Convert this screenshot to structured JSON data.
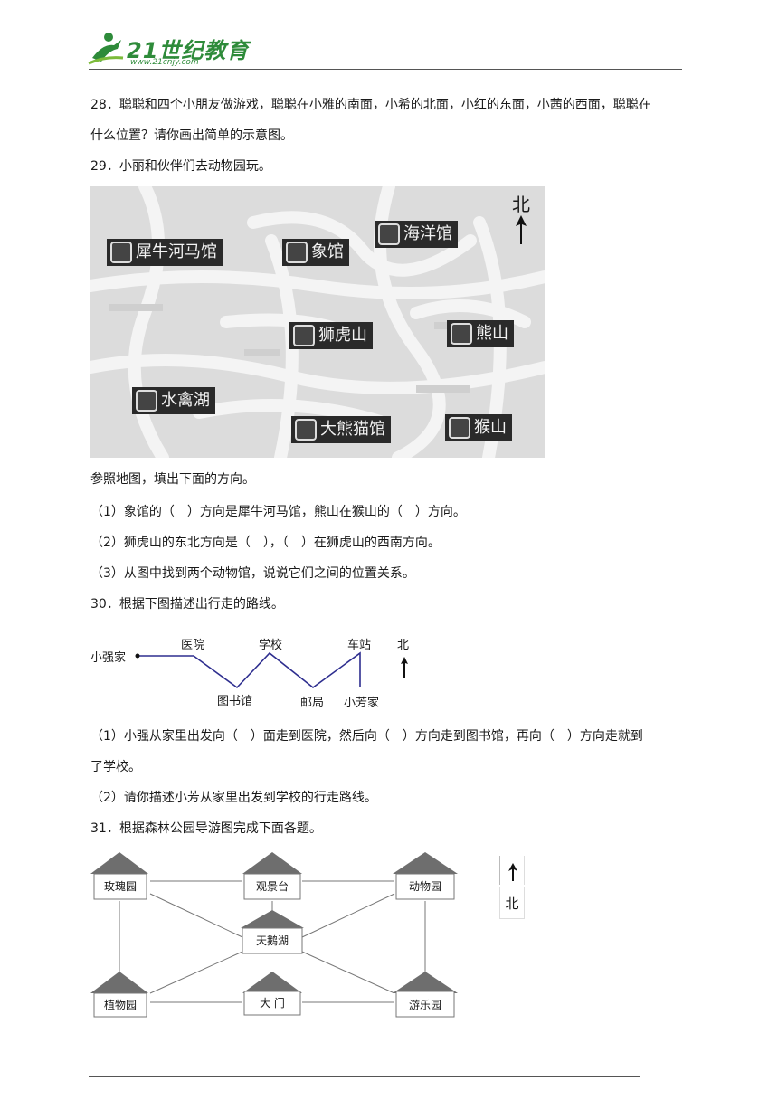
{
  "header": {
    "logo_main": "21世纪教育",
    "logo_sub": "www.21cnjy.com"
  },
  "q28": {
    "line1": "28．聪聪和四个小朋友做游戏，聪聪在小雅的南面，小希的北面，小红的东面，小茜的西面，聪聪在",
    "line2": "什么位置？请你画出简单的示意图。"
  },
  "q29": {
    "title": "29．小丽和伙伴们去动物园玩。",
    "map": {
      "north": "北",
      "labels": [
        "犀牛河马馆",
        "象馆",
        "海洋馆",
        "狮虎山",
        "熊山",
        "水禽湖",
        "大熊猫馆",
        "猴山"
      ]
    },
    "instruction": "参照地图，填出下面的方向。",
    "sub1": "（1）象馆的（　）方向是犀牛河马馆，熊山在猴山的（　）方向。",
    "sub2": "（2）狮虎山的东北方向是（　），（　）在狮虎山的西南方向。",
    "sub3": "（3）从图中找到两个动物馆，说说它们之间的位置关系。"
  },
  "q30": {
    "title": "30．根据下图描述出行走的路线。",
    "route": {
      "north": "北",
      "places": [
        "小强家",
        "医院",
        "学校",
        "车站",
        "图书馆",
        "邮局",
        "小芳家"
      ]
    },
    "sub1_line1": "（1）小强从家里出发向（　）面走到医院，然后向（　）方向走到图书馆，再向（　）方向走就到",
    "sub1_line2": "了学校。",
    "sub2": "（2）请你描述小芳从家里出发到学校的行走路线。"
  },
  "q31": {
    "title": "31．根据森林公园导游图完成下面各题。",
    "north": "北",
    "places": [
      "玫瑰园",
      "观景台",
      "动物园",
      "天鹅湖",
      "植物园",
      "大 门",
      "游乐园"
    ]
  }
}
